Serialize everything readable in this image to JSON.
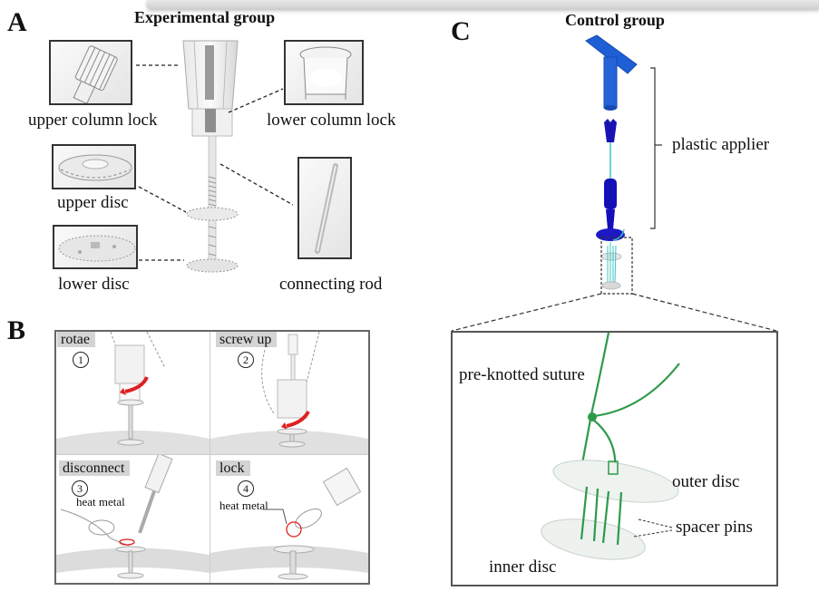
{
  "panels": {
    "A": {
      "letter": "A",
      "title": "Experimental group",
      "labels": {
        "upper_column_lock": "upper column lock",
        "lower_column_lock": "lower column lock",
        "upper_disc": "upper disc",
        "lower_disc": "lower disc",
        "connecting_rod": "connecting rod"
      }
    },
    "B": {
      "letter": "B",
      "steps": [
        {
          "label": "rotae",
          "number": "1"
        },
        {
          "label": "screw up",
          "number": "2"
        },
        {
          "label": "disconnect",
          "number": "3",
          "annotation": "heat metal"
        },
        {
          "label": "lock",
          "number": "4",
          "annotation": "heat metal"
        }
      ]
    },
    "C": {
      "letter": "C",
      "title": "Control group",
      "labels": {
        "plastic_applier": "plastic applier",
        "pre_knotted_suture": "pre-knotted suture",
        "outer_disc": "outer disc",
        "spacer_pins": "spacer pins",
        "inner_disc": "inner disc"
      }
    }
  },
  "colors": {
    "applier_blue": "#1f5fd6",
    "applier_dark_blue": "#1410b8",
    "suture_green": "#2e9a4a",
    "suture_cyan": "#3fc4c4",
    "arrow_red": "#e02020"
  }
}
